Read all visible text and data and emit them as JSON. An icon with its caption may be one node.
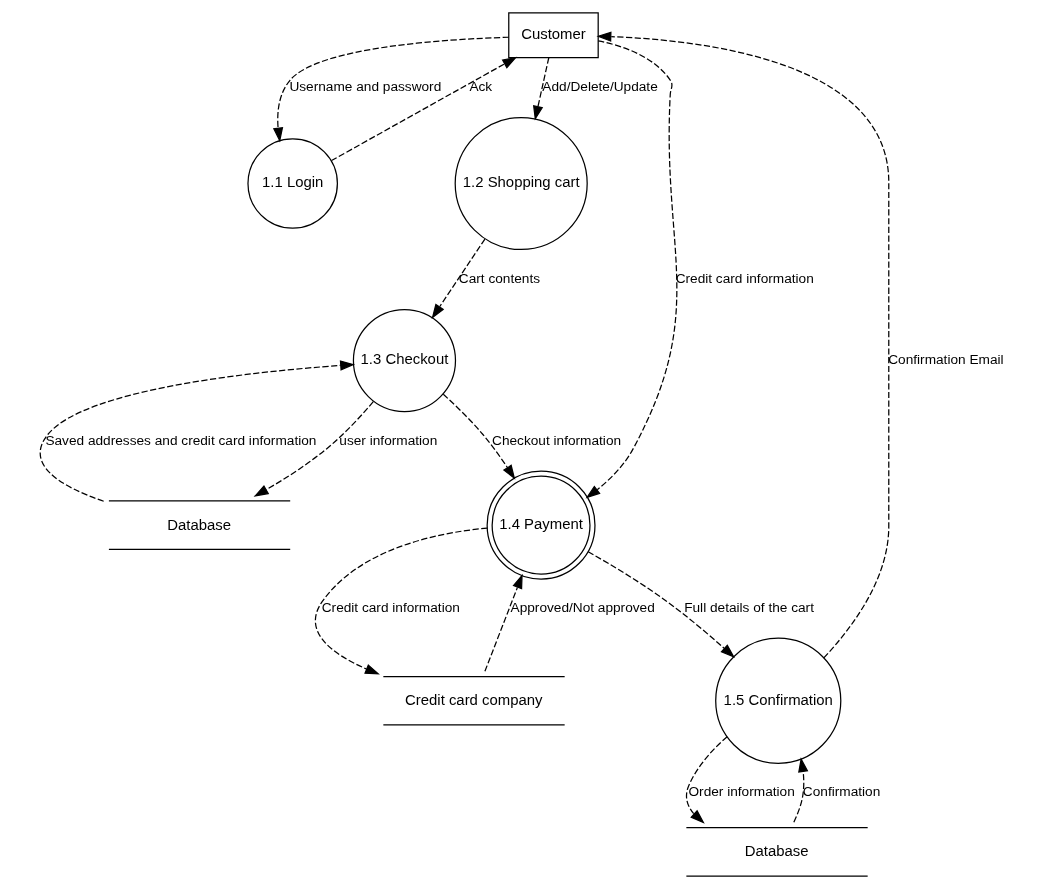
{
  "diagram": {
    "nodes": [
      {
        "text": [
          "Customer"
        ]
      },
      {
        "text": [
          "1.1 Login"
        ]
      },
      {
        "text": [
          "1.2 Shopping cart"
        ]
      },
      {
        "text": [
          "1.3 Checkout"
        ]
      },
      {
        "text": [
          "1.4 Payment"
        ]
      },
      {
        "text": [
          "1.5 Confirmation"
        ]
      },
      {
        "text": [
          "Database"
        ]
      },
      {
        "text": [
          "Credit card company"
        ]
      },
      {
        "text": [
          "Database"
        ]
      }
    ],
    "edges": [
      {
        "from": 1,
        "to": 0,
        "arrow": "to",
        "label": "Ack"
      },
      {
        "from": 0,
        "to": 1,
        "arrow": "to",
        "label": "Username and password"
      },
      {
        "from": 0,
        "to": 2,
        "arrow": "to",
        "label": "Add/Delete/Update"
      },
      {
        "from": 2,
        "to": 3,
        "arrow": "to",
        "label": "Cart contents"
      },
      {
        "from": 3,
        "to": 6,
        "arrow": "to",
        "label": "user information"
      },
      {
        "from": 6,
        "to": 3,
        "arrow": "to",
        "label": "Saved addresses and credit card information"
      },
      {
        "from": 0,
        "to": 4,
        "arrow": "to",
        "label": "Credit card information"
      },
      {
        "from": 3,
        "to": 4,
        "arrow": "to",
        "label": "Checkout information"
      },
      {
        "from": 4,
        "to": 7,
        "arrow": "to",
        "label": "Credit card information"
      },
      {
        "from": 7,
        "to": 4,
        "arrow": "to",
        "label": "Approved/Not approved"
      },
      {
        "from": 4,
        "to": 5,
        "arrow": "to",
        "label": "Full details of the cart"
      },
      {
        "from": 5,
        "to": 8,
        "arrow": "to",
        "label": "Order information"
      },
      {
        "from": 8,
        "to": 5,
        "arrow": "to",
        "label": "Confirmation"
      },
      {
        "from": 5,
        "to": 0,
        "arrow": "to",
        "label": "Confirmation Email"
      }
    ]
  }
}
